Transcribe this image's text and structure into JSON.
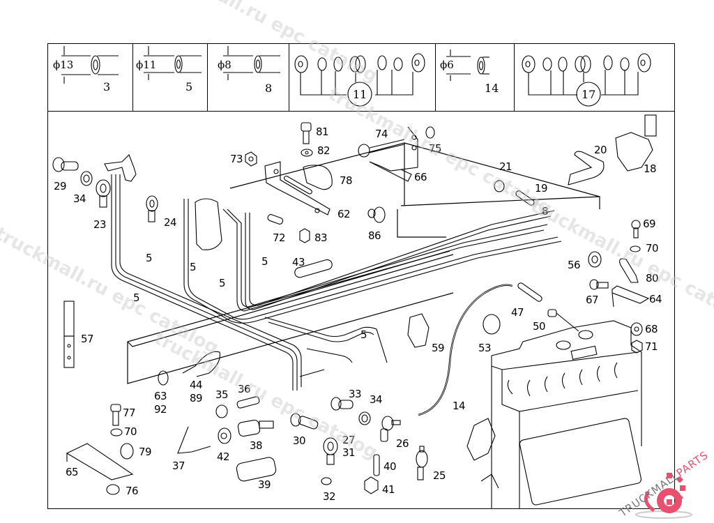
{
  "diagram": {
    "type": "exploded parts diagram",
    "subject": "fuel lines and fittings",
    "legend": [
      {
        "diameter": "ϕ13",
        "part": "3"
      },
      {
        "diameter": "ϕ11",
        "part": "5"
      },
      {
        "diameter": "ϕ8",
        "part": "8"
      },
      {
        "kit": "11"
      },
      {
        "diameter": "ϕ6",
        "part": "14"
      },
      {
        "kit": "17"
      }
    ],
    "callouts": {
      "p29": "29",
      "p34a": "34",
      "p23": "23",
      "p24": "24",
      "p73": "73",
      "p81": "81",
      "p82": "82",
      "p78": "78",
      "p62": "62",
      "p72": "72",
      "p83": "83",
      "p74": "74",
      "p75": "75",
      "p66": "66",
      "p86": "86",
      "p21": "21",
      "p20": "20",
      "p18": "18",
      "p19": "19",
      "p8": "8",
      "p69": "69",
      "p70a": "70",
      "p56": "56",
      "p80": "80",
      "p67": "67",
      "p64": "64",
      "p68": "68",
      "p71": "71",
      "p5a": "5",
      "p5b": "5",
      "p5c": "5",
      "p5d": "5",
      "p5e": "5",
      "p5f": "5",
      "p43": "43",
      "p47": "47",
      "p50": "50",
      "p53": "53",
      "p59": "59",
      "p14": "14",
      "p57": "57",
      "p63": "63",
      "p92": "92",
      "p44": "44",
      "p89": "89",
      "p35": "35",
      "p36": "36",
      "p33": "33",
      "p34b": "34",
      "p77": "77",
      "p70b": "70",
      "p79": "79",
      "p65": "65",
      "p76": "76",
      "p37": "37",
      "p42": "42",
      "p38": "38",
      "p39": "39",
      "p30": "30",
      "p27": "27",
      "p31": "31",
      "p32": "32",
      "p26": "26",
      "p40": "40",
      "p41": "41",
      "p25": "25"
    }
  },
  "watermarks": {
    "catalog": "truckmall.ru epc catalog",
    "brand": "TRUCKMALLPARTS",
    "brand_color": "#e8506e"
  }
}
